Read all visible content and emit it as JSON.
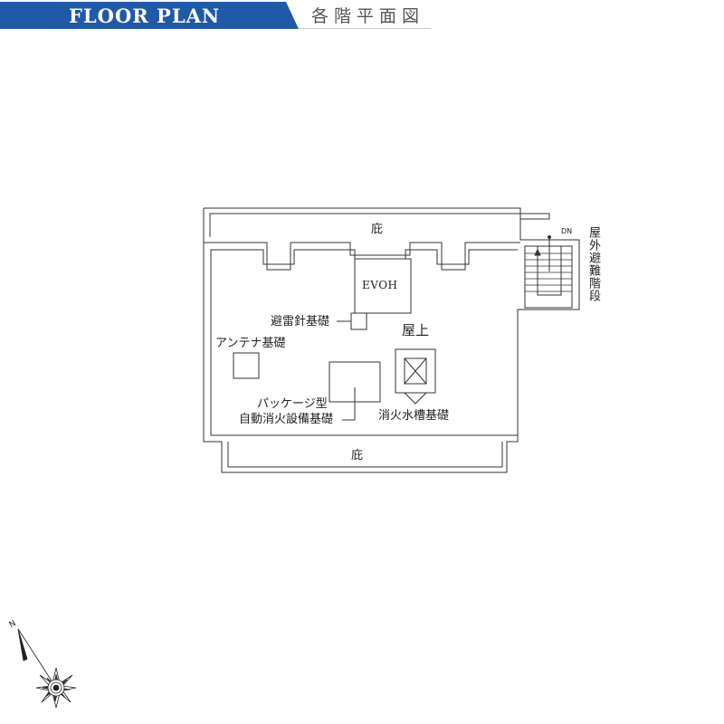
{
  "header": {
    "title": "FLOOR PLAN",
    "subtitle": "各階平面図"
  },
  "plan": {
    "labels": {
      "eaves_top": "庇",
      "eaves_bottom": "庇",
      "evoh": "EVOH",
      "rooftop": "屋上",
      "lightning_rod": "避雷針基礎",
      "antenna": "アンテナ基礎",
      "package_fire_line1": "パッケージ型",
      "package_fire_line2": "自動消火設備基礎",
      "fire_water_tank": "消火水槽基礎",
      "outdoor_stairs": "屋外避難階段",
      "stair_dn": "DN"
    }
  },
  "compass": {
    "north_label": "N"
  }
}
